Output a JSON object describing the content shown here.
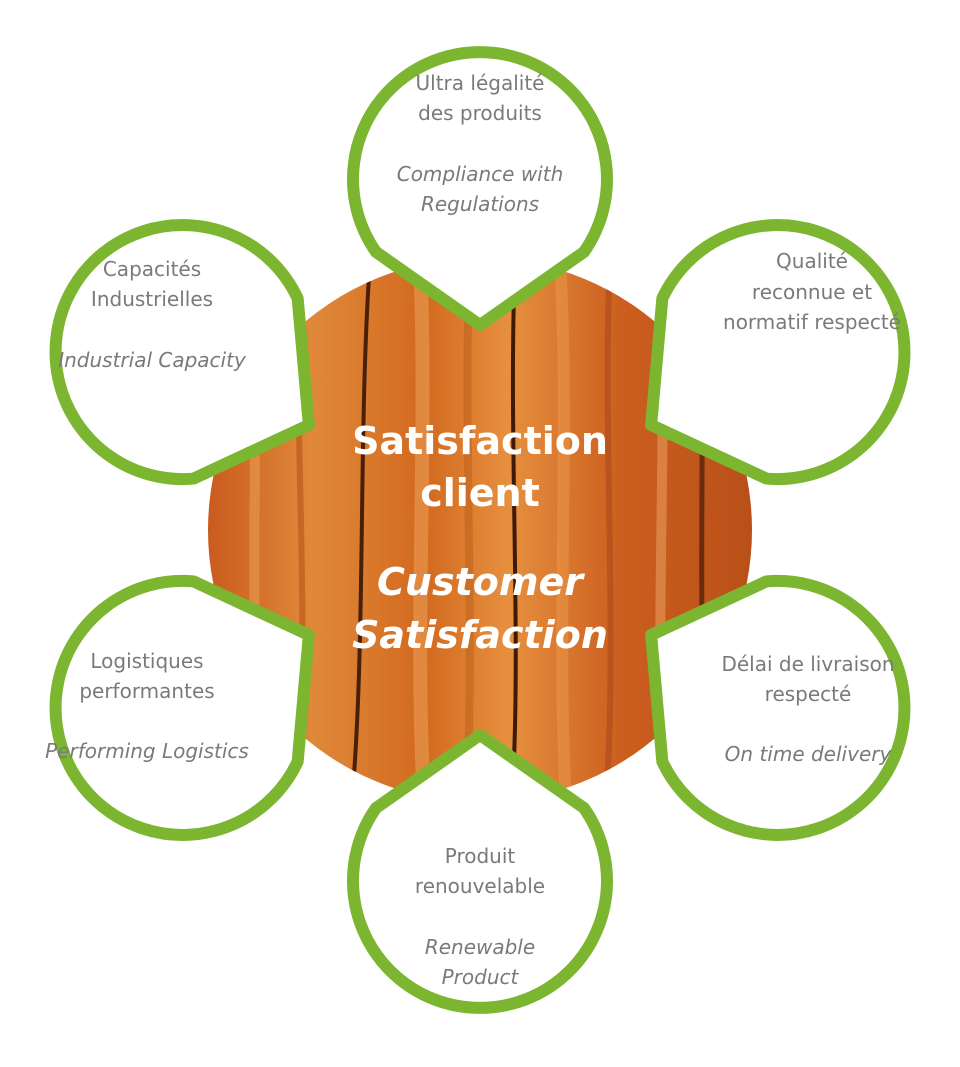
{
  "colors": {
    "petal_border": "#7cb530",
    "petal_fill": "#ffffff",
    "petal_text": "#7a7a7a",
    "wood_base": "#d2691e",
    "center_text": "#ffffff"
  },
  "center": {
    "fr_line1": "Satisfaction",
    "fr_line2": "client",
    "en_line1": "Customer",
    "en_line2": "Satisfaction"
  },
  "petals": {
    "top": {
      "fr_line1": "Ultra légalité",
      "fr_line2": "des produits",
      "en_line1": "Compliance with",
      "en_line2": "Regulations"
    },
    "upper_left": {
      "fr_line1": "Capacités",
      "fr_line2": "Industrielles",
      "en_line1": "Industrial Capacity"
    },
    "upper_right": {
      "fr_line1": "Qualité",
      "fr_line2": "reconnue et",
      "fr_line3": "normatif respecté"
    },
    "lower_left": {
      "fr_line1": "Logistiques",
      "fr_line2": "performantes",
      "en_line1": "Performing Logistics"
    },
    "lower_right": {
      "fr_line1": "Délai de livraison",
      "fr_line2": "respecté",
      "en_line1": "On time delivery"
    },
    "bottom": {
      "fr_line1": "Produit",
      "fr_line2": "renouvelable",
      "en_line1": "Renewable",
      "en_line2": "Product"
    }
  }
}
